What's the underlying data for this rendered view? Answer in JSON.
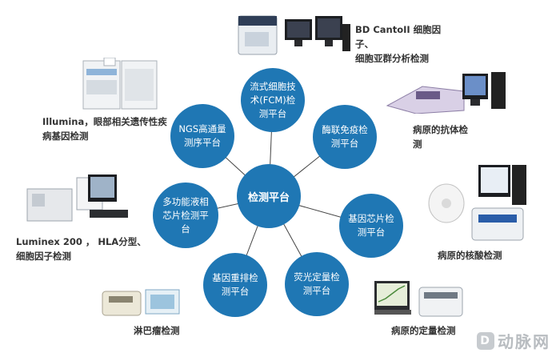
{
  "center": {
    "label": "检测平台"
  },
  "nodes": [
    {
      "id": "fcm",
      "label": "流式细胞技\n术(FCM)检\n测平台"
    },
    {
      "id": "elisa",
      "label": "酶联免疫检\n测平台"
    },
    {
      "id": "chip",
      "label": "基因芯片检\n测平台"
    },
    {
      "id": "qpcr",
      "label": "荧光定量检\n测平台"
    },
    {
      "id": "rearr",
      "label": "基因重排检\n测平台"
    },
    {
      "id": "liquid",
      "label": "多功能液相\n芯片检测平\n台"
    },
    {
      "id": "ngs",
      "label": "NGS高通量\n测序平台"
    }
  ],
  "labels": {
    "bd": "BD CantoII  细胞因\n子、\n细胞亚群分析检测",
    "illumina": "Illumina，眼部相关遗传性疾\n病基因检测",
    "antibody": "病原的抗体检\n测",
    "nucleic": "病原的核酸检测",
    "luminex": "Luminex 200 ， HLA分型、\n细胞因子检测",
    "lymphoma": "淋巴瘤检测",
    "quant": "病原的定量检测"
  },
  "watermark": {
    "icon": "D",
    "text": "动脉网"
  }
}
